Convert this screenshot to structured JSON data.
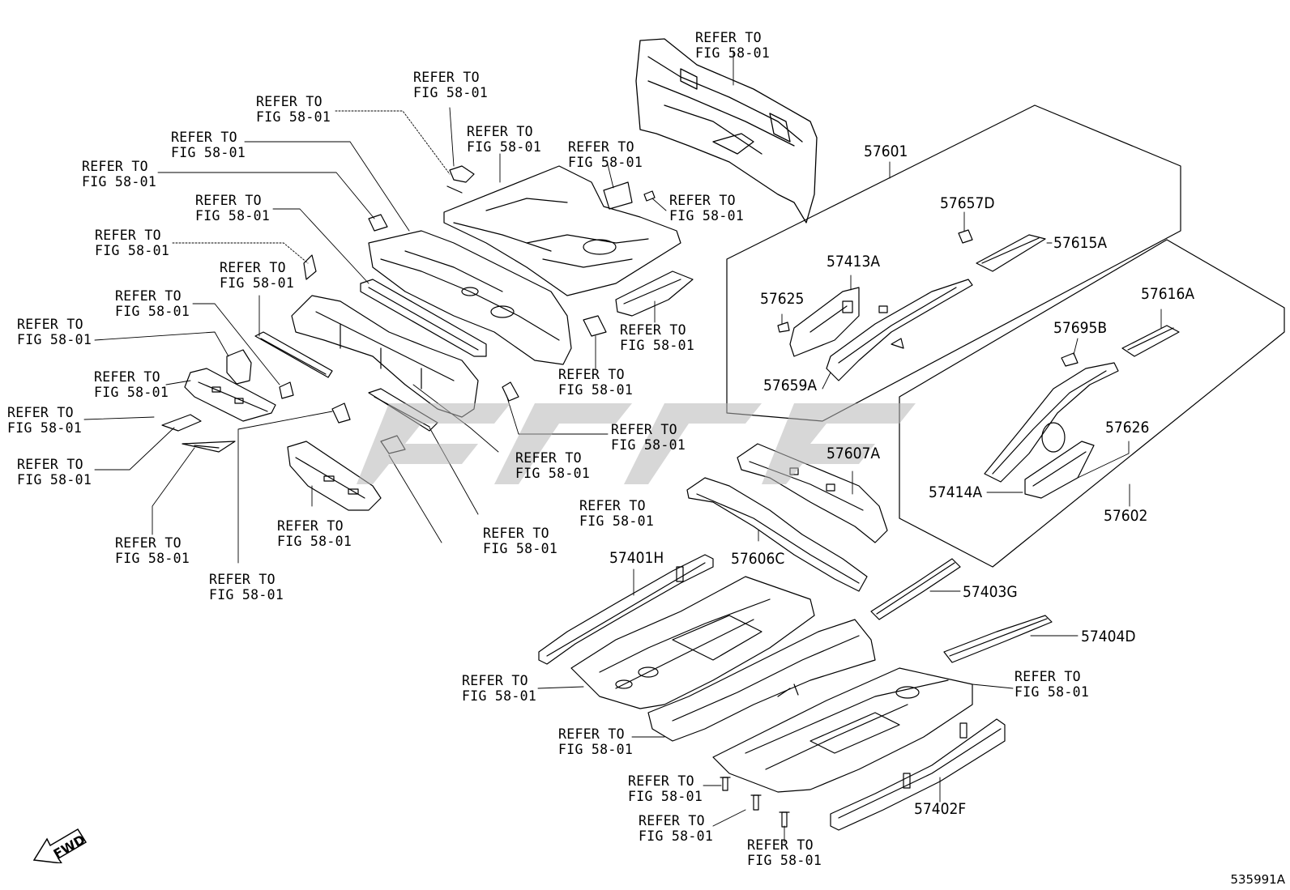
{
  "refer_labels": [
    {
      "id": "r1",
      "line1": "REFER TO",
      "line2": "FIG 58-01"
    },
    {
      "id": "r2",
      "line1": "REFER TO",
      "line2": "FIG 58-01"
    },
    {
      "id": "r3",
      "line1": "REFER TO",
      "line2": "FIG 58-01"
    },
    {
      "id": "r4",
      "line1": "REFER TO",
      "line2": "FIG 58-01"
    },
    {
      "id": "r5",
      "line1": "REFER TO",
      "line2": "FIG 58-01"
    },
    {
      "id": "r6",
      "line1": "REFER TO",
      "line2": "FIG 58-01"
    },
    {
      "id": "r7",
      "line1": "REFER TO",
      "line2": "FIG 58-01"
    },
    {
      "id": "r8",
      "line1": "REFER TO",
      "line2": "FIG 58-01"
    },
    {
      "id": "r9",
      "line1": "REFER TO",
      "line2": "FIG 58-01"
    },
    {
      "id": "r10",
      "line1": "REFER TO",
      "line2": "FIG 58-01"
    },
    {
      "id": "r11",
      "line1": "REFER TO",
      "line2": "FIG 58-01"
    },
    {
      "id": "r12",
      "line1": "REFER TO",
      "line2": "FIG 58-01"
    },
    {
      "id": "r13",
      "line1": "REFER TO",
      "line2": "FIG 58-01"
    },
    {
      "id": "r14",
      "line1": "REFER TO",
      "line2": "FIG 58-01"
    },
    {
      "id": "r15",
      "line1": "REFER TO",
      "line2": "FIG 58-01"
    },
    {
      "id": "r16",
      "line1": "REFER TO",
      "line2": "FIG 58-01"
    },
    {
      "id": "r17",
      "line1": "REFER TO",
      "line2": "FIG 58-01"
    },
    {
      "id": "r18",
      "line1": "REFER TO",
      "line2": "FIG 58-01"
    },
    {
      "id": "r19",
      "line1": "REFER TO",
      "line2": "FIG 58-01"
    },
    {
      "id": "r20",
      "line1": "REFER TO",
      "line2": "FIG 58-01"
    },
    {
      "id": "r21",
      "line1": "REFER TO",
      "line2": "FIG 58-01"
    },
    {
      "id": "r22",
      "line1": "REFER TO",
      "line2": "FIG 58-01"
    },
    {
      "id": "r23",
      "line1": "REFER TO",
      "line2": "FIG 58-01"
    },
    {
      "id": "r24",
      "line1": "REFER TO",
      "line2": "FIG 58-01"
    },
    {
      "id": "r25",
      "line1": "REFER TO",
      "line2": "FIG 58-01"
    },
    {
      "id": "r26",
      "line1": "REFER TO",
      "line2": "FIG 58-01"
    },
    {
      "id": "r27",
      "line1": "REFER TO",
      "line2": "FIG 58-01"
    },
    {
      "id": "r28",
      "line1": "REFER TO",
      "line2": "FIG 58-01"
    },
    {
      "id": "r29",
      "line1": "REFER TO",
      "line2": "FIG 58-01"
    },
    {
      "id": "r30",
      "line1": "REFER TO",
      "line2": "FIG 58-01"
    }
  ],
  "part_numbers": {
    "p57601": "57601",
    "p57657D": "57657D",
    "p57615A": "57615A",
    "p57413A": "57413A",
    "p57625": "57625",
    "p57659A": "57659A",
    "p57616A": "57616A",
    "p57695B": "57695B",
    "p57626": "57626",
    "p57414A": "57414A",
    "p57602": "57602",
    "p57607A": "57607A",
    "p57606C": "57606C",
    "p57401H": "57401H",
    "p57403G": "57403G",
    "p57404D": "57404D",
    "p57402F": "57402F"
  },
  "fwd_badge": "FWD",
  "diagram_code": "535991A"
}
